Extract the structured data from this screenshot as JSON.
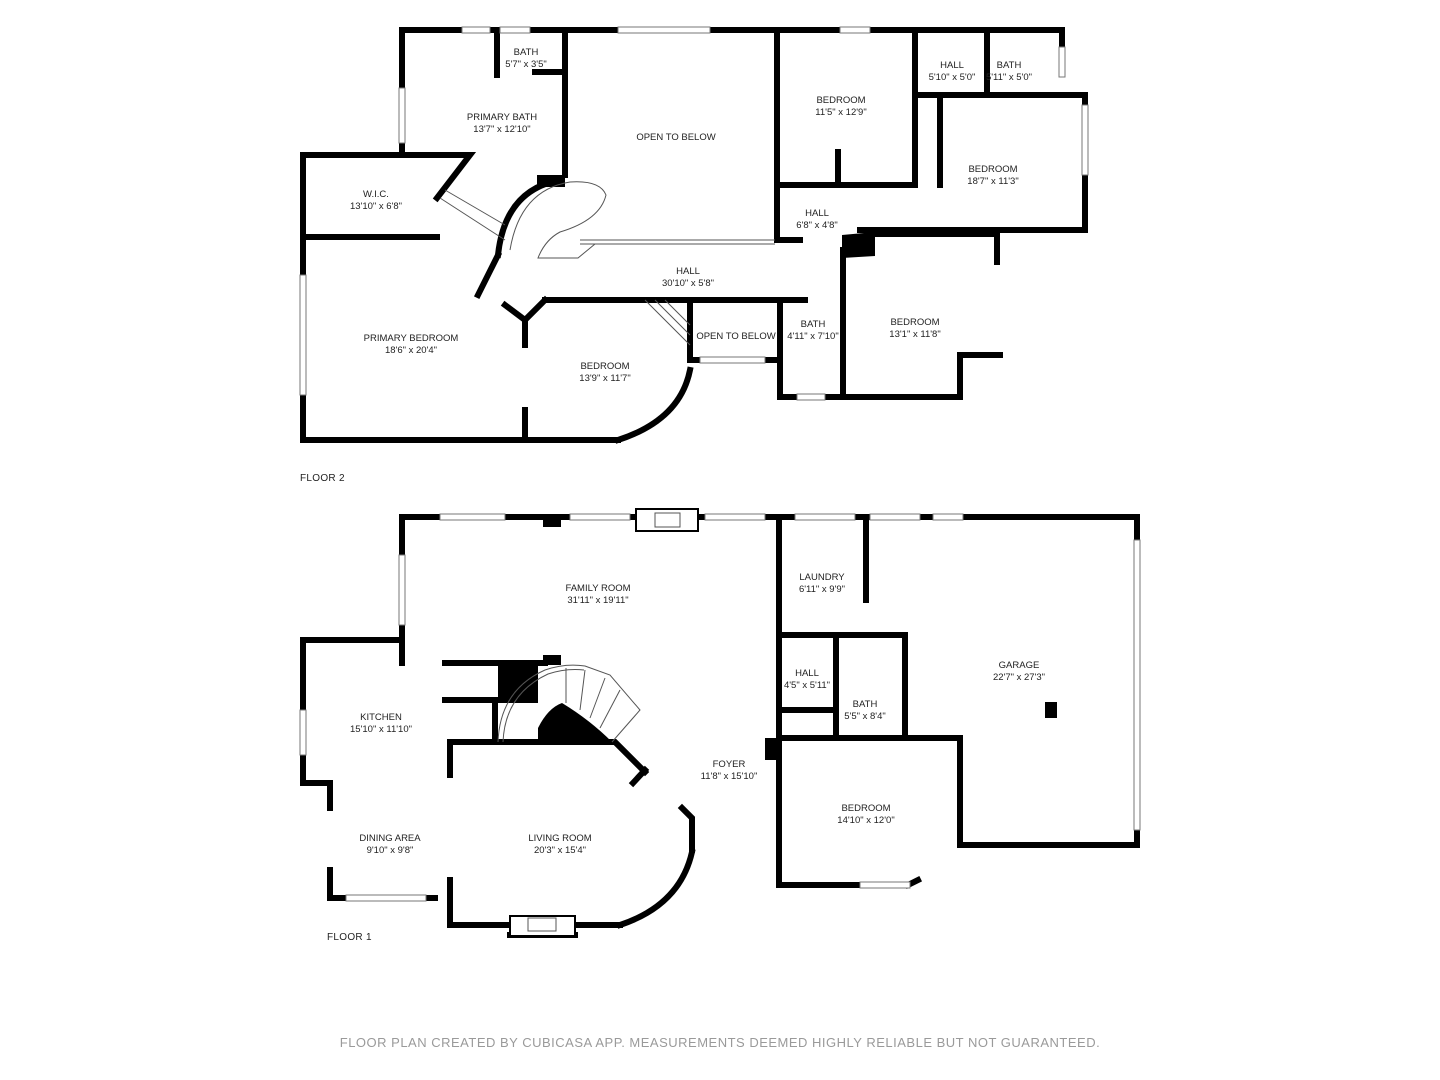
{
  "floors": [
    {
      "label": "FLOOR 2",
      "rooms": [
        {
          "name": "BATH",
          "size": "5'7\" x 3'5\""
        },
        {
          "name": "PRIMARY BATH",
          "size": "13'7\" x 12'10\""
        },
        {
          "name": "OPEN TO BELOW",
          "size": ""
        },
        {
          "name": "BEDROOM",
          "size": "11'5\" x 12'9\""
        },
        {
          "name": "HALL",
          "size": "5'10\" x 5'0\""
        },
        {
          "name": "BATH",
          "size": "5'11\" x 5'0\""
        },
        {
          "name": "BEDROOM",
          "size": "18'7\" x 11'3\""
        },
        {
          "name": "W.I.C.",
          "size": "13'10\" x 6'8\""
        },
        {
          "name": "HALL",
          "size": "6'8\" x 4'8\""
        },
        {
          "name": "HALL",
          "size": "30'10\" x 5'8\""
        },
        {
          "name": "PRIMARY BEDROOM",
          "size": "18'6\" x 20'4\""
        },
        {
          "name": "BEDROOM",
          "size": "13'9\" x 11'7\""
        },
        {
          "name": "OPEN TO BELOW",
          "size": ""
        },
        {
          "name": "BATH",
          "size": "4'11\" x 7'10\""
        },
        {
          "name": "BEDROOM",
          "size": "13'1\" x 11'8\""
        }
      ]
    },
    {
      "label": "FLOOR 1",
      "rooms": [
        {
          "name": "FAMILY ROOM",
          "size": "31'11\" x 19'11\""
        },
        {
          "name": "LAUNDRY",
          "size": "6'11\" x 9'9\""
        },
        {
          "name": "GARAGE",
          "size": "22'7\" x 27'3\""
        },
        {
          "name": "HALL",
          "size": "4'5\" x 5'11\""
        },
        {
          "name": "BATH",
          "size": "5'5\" x 8'4\""
        },
        {
          "name": "KITCHEN",
          "size": "15'10\" x 11'10\""
        },
        {
          "name": "FOYER",
          "size": "11'8\" x 15'10\""
        },
        {
          "name": "BEDROOM",
          "size": "14'10\" x 12'0\""
        },
        {
          "name": "DINING AREA",
          "size": "9'10\" x 9'8\""
        },
        {
          "name": "LIVING ROOM",
          "size": "20'3\" x 15'4\""
        }
      ]
    }
  ],
  "footer": "FLOOR PLAN CREATED BY CUBICASA APP. MEASUREMENTS DEEMED HIGHLY RELIABLE BUT NOT GUARANTEED."
}
